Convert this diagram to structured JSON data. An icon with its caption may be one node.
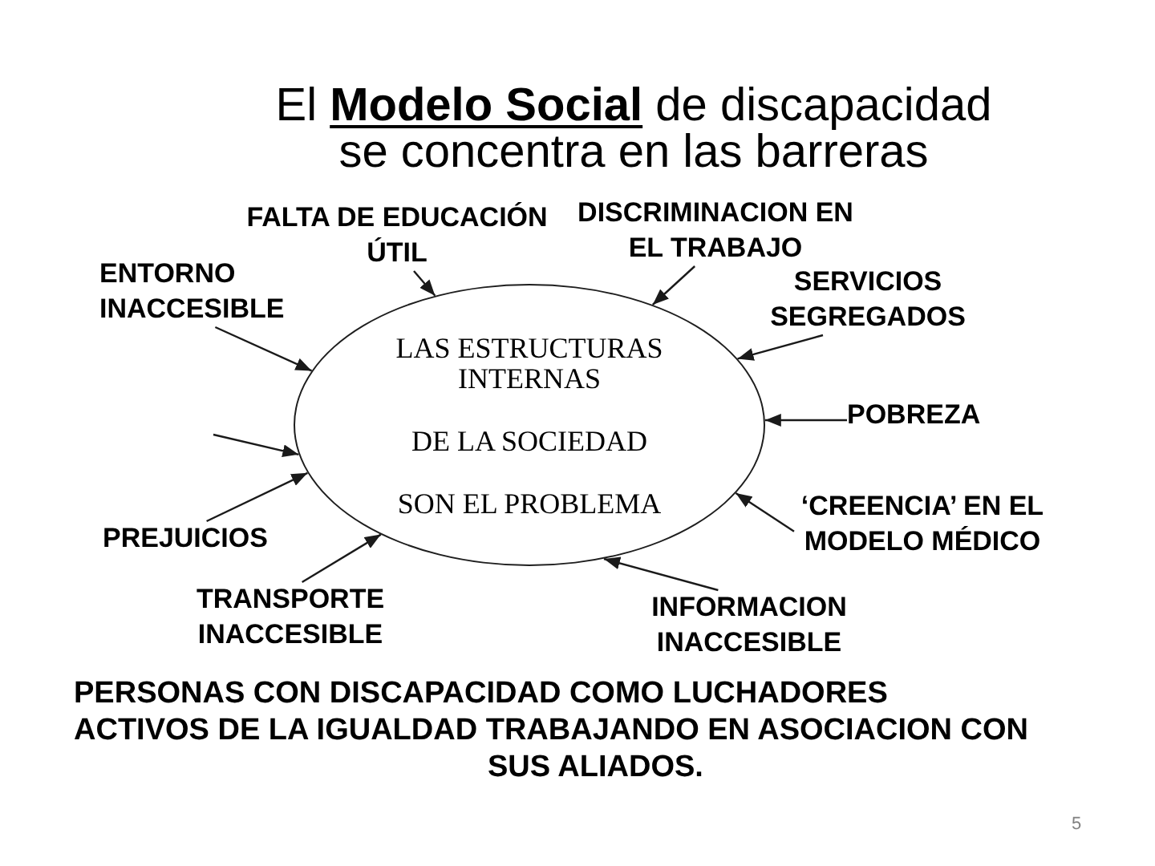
{
  "diagram": {
    "title": "El **Modelo Social** de discapacidad se concentra en las barreras",
    "caption": "PERSONAS CON DISCAPACIDAD COMO LUCHADORES ACTIVOS DE LA IGUALDAD TRABAJANDO EN ASOCIACION CON SUS ALIADOS.",
    "nodes": [
      {
        "text": [
          "LAS ESTRUCTURAS INTERNAS",
          "DE LA SOCIEDAD",
          "SON EL PROBLEMA"
        ]
      },
      {
        "text": [
          "FALTA DE EDUCACIÓN ÚTIL"
        ]
      },
      {
        "text": [
          "DISCRIMINACION EN EL TRABAJO"
        ]
      },
      {
        "text": [
          "ENTORNO INACCESIBLE"
        ]
      },
      {
        "text": [
          "SERVICIOS SEGREGADOS"
        ]
      },
      {
        "text": [
          "POBREZA"
        ]
      },
      {
        "text": [
          "PREJUICIOS"
        ]
      },
      {
        "text": [
          "‘CREENCIA’ EN EL MODELO MÉDICO"
        ]
      },
      {
        "text": [
          "TRANSPORTE INACCESIBLE"
        ]
      },
      {
        "text": [
          "INFORMACION INACCESIBLE"
        ]
      }
    ],
    "edges": [
      {
        "from": 1,
        "to": 0,
        "arrow": "to"
      },
      {
        "from": 2,
        "to": 0,
        "arrow": "to"
      },
      {
        "from": 3,
        "to": 0,
        "arrow": "to"
      },
      {
        "from": 4,
        "to": 0,
        "arrow": "to"
      },
      {
        "from": 5,
        "to": 0,
        "arrow": "to"
      },
      {
        "from": null,
        "to": 0,
        "arrow": "to"
      },
      {
        "from": 6,
        "to": 0,
        "arrow": "to"
      },
      {
        "from": 7,
        "to": 0,
        "arrow": "to"
      },
      {
        "from": 8,
        "to": 0,
        "arrow": "to"
      },
      {
        "from": 9,
        "to": 0,
        "arrow": "to"
      }
    ],
    "labels": [
      "5"
    ]
  }
}
